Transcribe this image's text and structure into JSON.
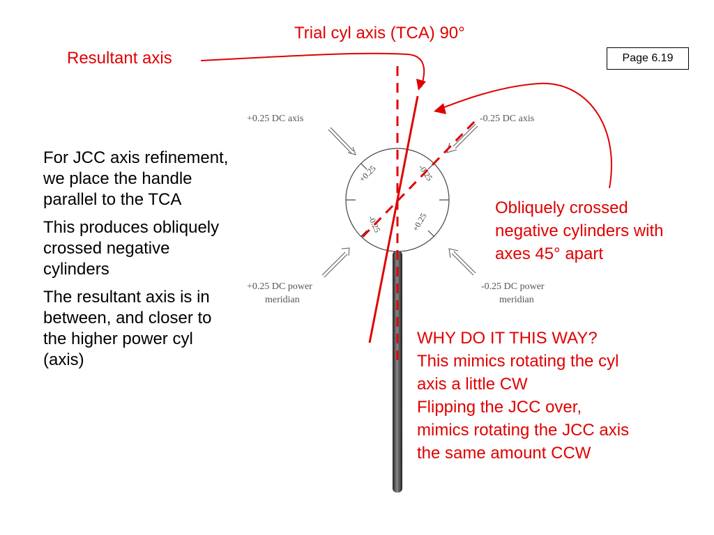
{
  "page_label": "Page 6.19",
  "labels": {
    "trial_axis": "Trial cyl axis (TCA) 90°",
    "resultant_axis": "Resultant axis",
    "oblique_line1": "Obliquely crossed",
    "oblique_line2": "negative cylinders with",
    "oblique_line3": "axes 45° apart"
  },
  "left_paragraphs": [
    "For JCC axis refinement, we place the handle parallel to the TCA",
    "This produces obliquely crossed negative cylinders",
    "The resultant axis is in between, and closer to the higher power cyl (axis)"
  ],
  "right_lines": [
    "WHY DO IT THIS WAY?",
    "This mimics rotating the cyl",
    "axis a little CW",
    "Flipping the JCC over,",
    "mimics rotating the JCC axis",
    "the same amount CCW"
  ],
  "jcc": {
    "plus_axis": "+0.25 DC axis",
    "minus_axis": "-0.25 DC axis",
    "plus_power_1": "+0.25 DC power",
    "plus_power_2": "meridian",
    "minus_power_1": "-0.25 DC power",
    "minus_power_2": "meridian",
    "inner_plus": "+0.25",
    "inner_minus": "-0.25"
  },
  "colors": {
    "accent": "#e00000",
    "text": "#000000",
    "diagram_gray": "#555555"
  }
}
